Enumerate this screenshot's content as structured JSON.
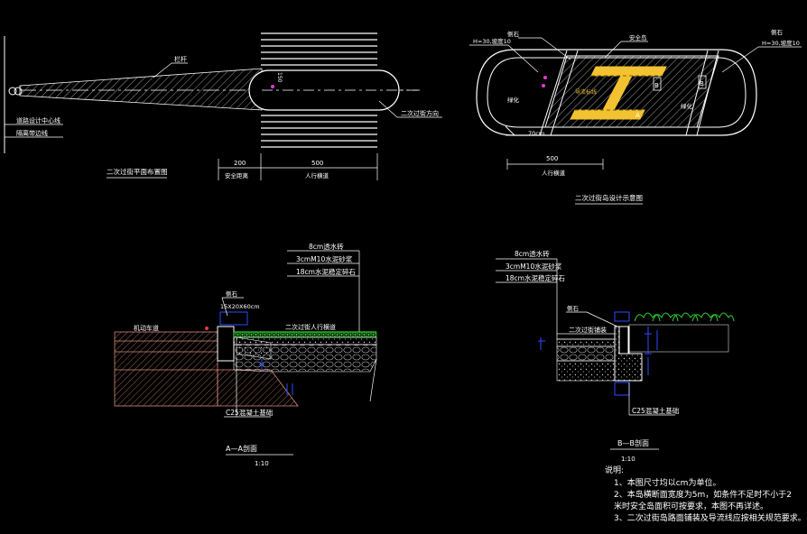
{
  "colors": {
    "background": "#000000",
    "line": "#ffffff",
    "yellow": "#f2c230",
    "green": "#2fd02f",
    "cyan": "#38c6d8",
    "blue": "#2b4cff",
    "red": "#e03a3a",
    "magenta": "#e13bd6",
    "salmon": "#d88b7a"
  },
  "plan_view": {
    "title": "二次过街平面布置图",
    "label_railing": "栏杆",
    "label_road_center": "道路设计中心线",
    "label_island_edge": "隔离带边线",
    "label_width": "150",
    "label_island_dir": "二次过街方向",
    "dim_200": "200",
    "dim_500": "500",
    "dim_label_left": "安全距离",
    "dim_label_right": "人行横道"
  },
  "island_plan": {
    "title": "二次过街岛设计示意图",
    "label_h_left": "H=30,坡度10",
    "label_h_right": "H=30,坡度10",
    "label_left_top": "侧石",
    "label_mid_top": "安全岛",
    "label_center": "导流标线",
    "label_left_end": "绿化",
    "label_right_end": "绿化",
    "section_b": "B",
    "section_b2": "B",
    "section_a": "A",
    "dim_width": "70cm",
    "dim_total": "500",
    "dim_total_label": "人行横道"
  },
  "section_a": {
    "title": "A—A剖面",
    "scale": "1:10",
    "layer1": "8cm透水砖",
    "layer2": "3cmM10水泥砂浆",
    "layer3": "18cm水泥稳定碎石",
    "curb_label": "侧石",
    "curb_size": "15X20X60cm",
    "left_label": "机动车道",
    "right_label": "二次过街人行横道",
    "base_label": "C25混凝土基础"
  },
  "section_b": {
    "title": "B—B剖面",
    "scale": "1:10",
    "layer1": "8cm透水砖",
    "layer2": "3cmM10水泥砂浆",
    "layer3": "18cm水泥稳定碎石",
    "curb_label": "侧石",
    "mid_label": "二次过街铺装",
    "base_label": "C25混凝土基础"
  },
  "notes": {
    "header": "说明:",
    "items": [
      "1、本图尺寸均以cm为单位。",
      "2、本岛横断面宽度为5m，如条件不足时不小于2",
      "   米时安全岛面积可按要求，本图不再详述。",
      "3、二次过街岛路面铺装及导流线应按相关规范要求。"
    ]
  }
}
